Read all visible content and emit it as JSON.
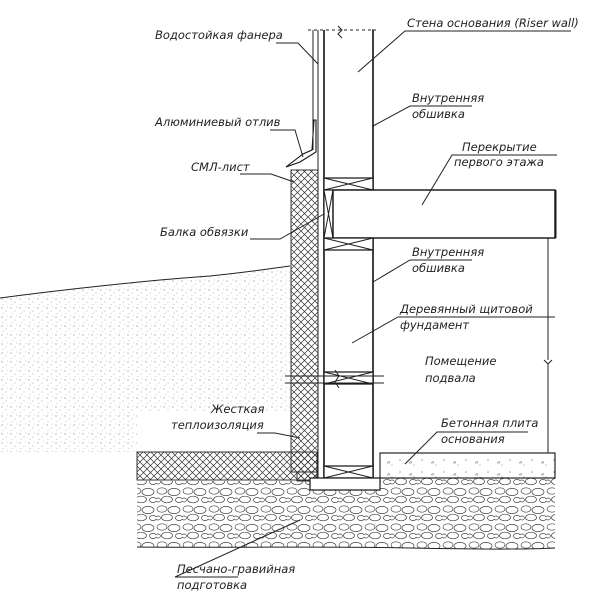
{
  "labels": {
    "riser_wall": "Стена основания (Riser wall)",
    "plywood": "Водостойкая фанера",
    "inner_sheathing_top_1": "Внутренняя",
    "inner_sheathing_top_2": "обшивка",
    "aluminum_drip": "Алюминиевый отлив",
    "floor_1": "Перекрытие",
    "floor_2": "первого этажа",
    "sml_sheet": "СМЛ-лист",
    "sill_beam": "Балка обвязки",
    "inner_sheathing_bot_1": "Внутренняя",
    "inner_sheathing_bot_2": "обшивка",
    "wood_foundation_1": "Деревянный щитовой",
    "wood_foundation_2": "фундамент",
    "basement_1": "Помещение",
    "basement_2": "подвала",
    "rigid_insulation_1": "Жесткая",
    "rigid_insulation_2": "теплоизоляция",
    "concrete_slab_1": "Бетонная плита",
    "concrete_slab_2": "основания",
    "sand_gravel_1": "Песчано-гравийная",
    "sand_gravel_2": "подготовка"
  }
}
